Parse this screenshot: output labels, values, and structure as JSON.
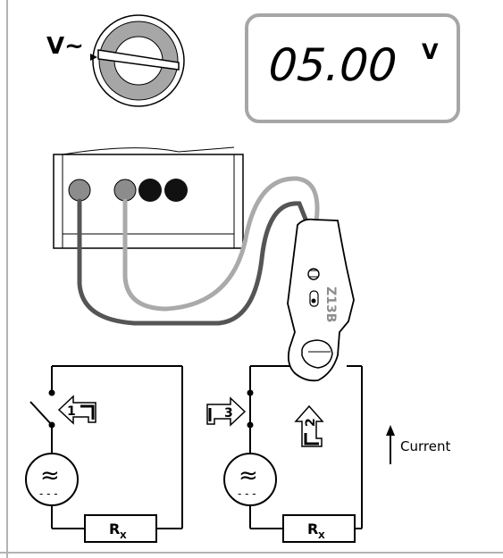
{
  "selector": {
    "label": "V~"
  },
  "display": {
    "reading": "05.00",
    "unit": "V"
  },
  "clamp": {
    "model": "Z13B"
  },
  "steps": {
    "step1": "1",
    "step2": "2",
    "step3": "3"
  },
  "resistor": {
    "main": "R",
    "sub": "X"
  },
  "current": {
    "label": "Current"
  },
  "source": {
    "symbol": "≈",
    "dc_marks": "- - -"
  },
  "colors": {
    "frame_gray": "#b3b3b3",
    "lead_dark": "#555555",
    "lead_light": "#aaaaaa",
    "socket_black": "#111111",
    "socket_gray": "#8c8c8c",
    "dial_ring": "#a6a6a6",
    "stroke": "#000000"
  }
}
